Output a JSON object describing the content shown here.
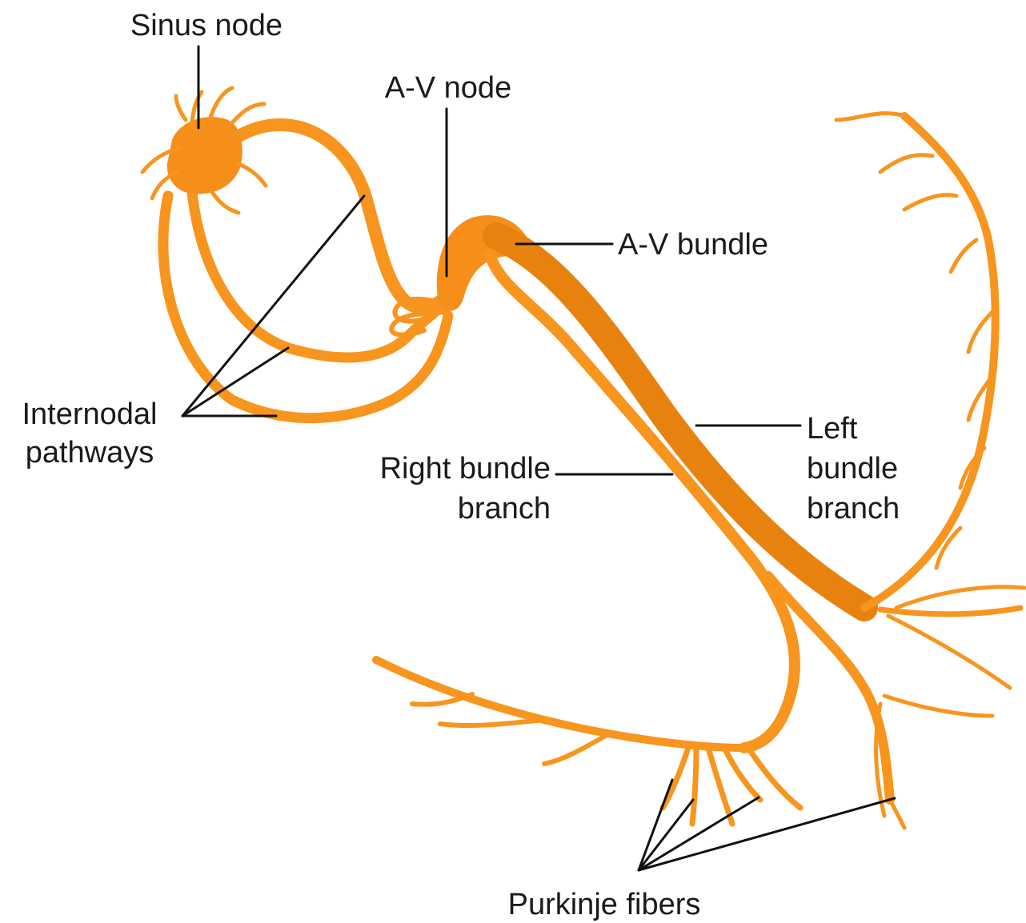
{
  "colors": {
    "conduction": "#f7951e",
    "conduction_dark": "#e8820f",
    "node": "#f58f1a",
    "text": "#1a1a1a",
    "leader": "#111111",
    "background": "#ffffff"
  },
  "labels": {
    "sinus_node": "Sinus node",
    "av_node": "A-V node",
    "av_bundle": "A-V bundle",
    "internodal_line1": "Internodal",
    "internodal_line2": "pathways",
    "right_bundle_line1": "Right bundle",
    "right_bundle_line2": "branch",
    "left_bundle_line1": "Left",
    "left_bundle_line2": "bundle",
    "left_bundle_line3": "branch",
    "purkinje": "Purkinje fibers"
  }
}
